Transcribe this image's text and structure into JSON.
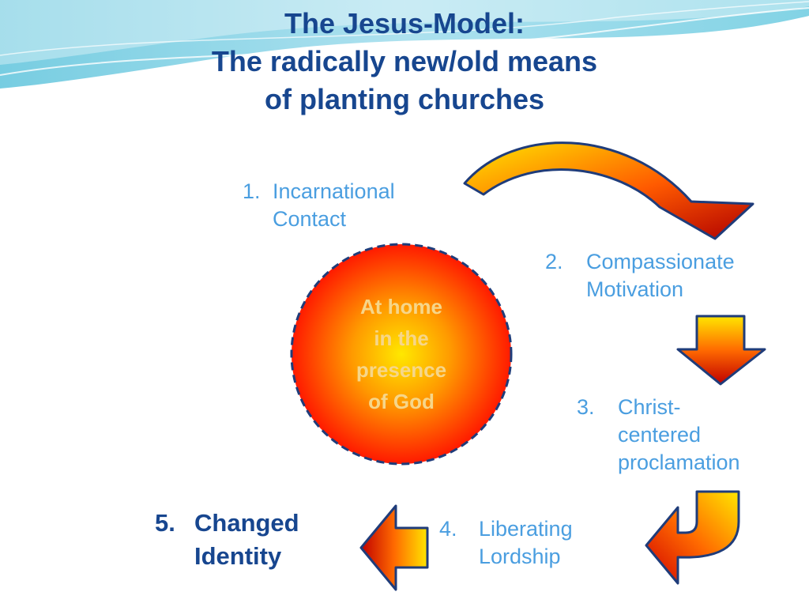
{
  "title": {
    "line1": "The Jesus-Model:",
    "line2": "The radically new/old means",
    "line3": "of planting churches"
  },
  "center": {
    "lines": [
      "At home",
      "in the",
      "presence",
      "of God"
    ]
  },
  "steps": [
    {
      "number": "1.",
      "lines": [
        "Incarnational",
        "Contact"
      ]
    },
    {
      "number": "2.",
      "lines": [
        "Compassionate",
        "Motivation"
      ]
    },
    {
      "number": "3.",
      "lines": [
        "Christ-",
        "centered",
        "proclamation"
      ]
    },
    {
      "number": "4.",
      "lines": [
        "Liberating",
        "Lordship"
      ]
    },
    {
      "number": "5.",
      "lines": [
        "Changed",
        "Identity"
      ]
    }
  ],
  "colors": {
    "title": "#17468f",
    "step_text": "#4a9ee0",
    "arrow_start": "#ffe600",
    "arrow_end": "#c00000",
    "arrow_outline": "#1f3c7a"
  }
}
